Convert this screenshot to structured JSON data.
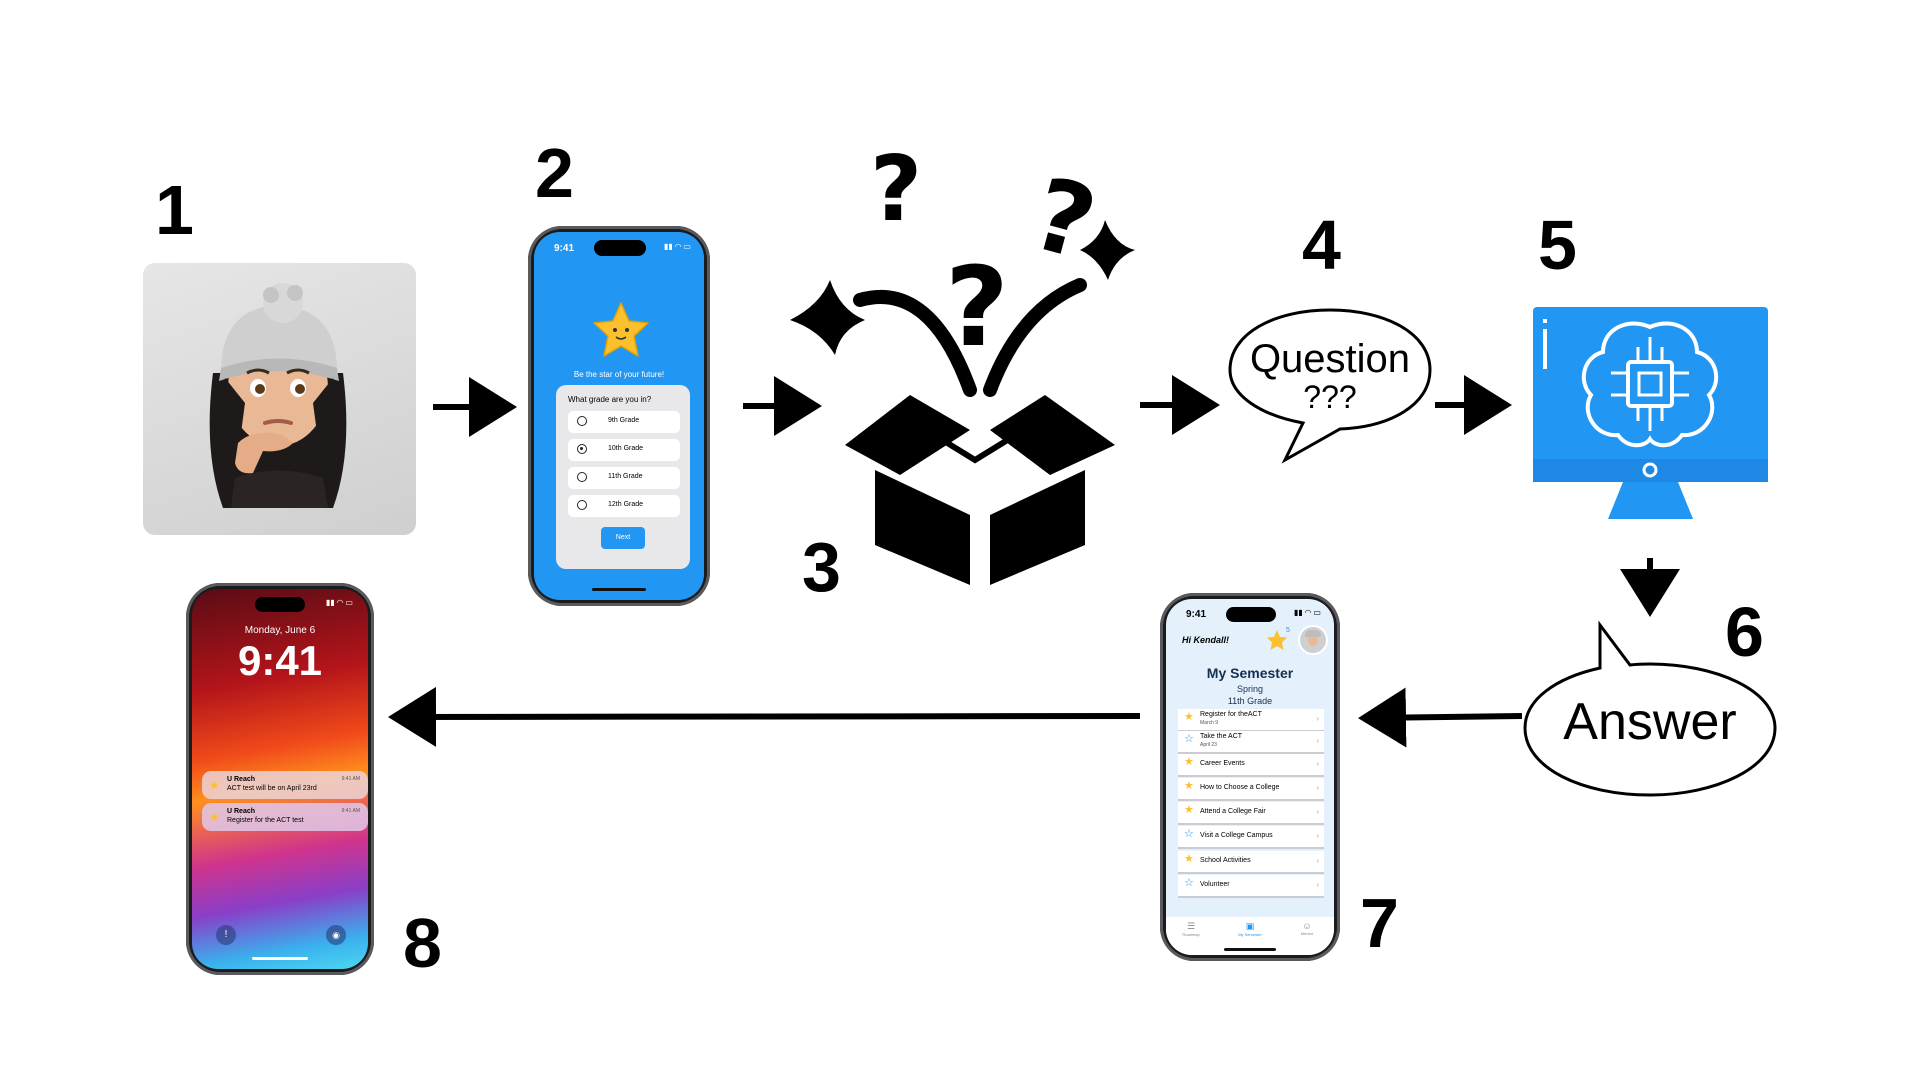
{
  "steps": [
    "1",
    "2",
    "3",
    "4",
    "5",
    "6",
    "7",
    "8"
  ],
  "quiz_screen": {
    "time": "9:41",
    "tagline": "Be the star of your future!",
    "question": "What grade are you in?",
    "options": [
      {
        "label": "9th Grade",
        "selected": false
      },
      {
        "label": "10th Grade",
        "selected": true
      },
      {
        "label": "11th Grade",
        "selected": false
      },
      {
        "label": "12th Grade",
        "selected": false
      }
    ],
    "next_label": "Next"
  },
  "question_bubble": {
    "line1": "Question",
    "line2": "???"
  },
  "answer_bubble": {
    "text": "Answer"
  },
  "semester_screen": {
    "time": "9:41",
    "greeting": "Hi Kendall!",
    "star_count": "5",
    "title": "My Semester",
    "season": "Spring",
    "grade": "11th Grade",
    "items": [
      {
        "label": "Register for theACT",
        "sub": "March 9",
        "filled": true
      },
      {
        "label": "Take the ACT",
        "sub": "April 23",
        "filled": false
      },
      {
        "label": "Career Events",
        "sub": "",
        "filled": true
      },
      {
        "label": "How to Choose a College",
        "sub": "",
        "filled": true
      },
      {
        "label": "Attend a College Fair",
        "sub": "",
        "filled": true
      },
      {
        "label": "Visit a College Campus",
        "sub": "",
        "filled": false
      },
      {
        "label": "School Activities",
        "sub": "",
        "filled": true
      },
      {
        "label": "Volunteer",
        "sub": "",
        "filled": false
      }
    ],
    "tabs": [
      {
        "label": "Roadmap",
        "active": false
      },
      {
        "label": "My Semester",
        "active": true
      },
      {
        "label": "Mentor",
        "active": false
      }
    ]
  },
  "lock_screen": {
    "date": "Monday, June 6",
    "time": "9:41",
    "notifications": [
      {
        "app": "U Reach",
        "message": "ACT test will be on April 23rd",
        "time": "9:41 AM"
      },
      {
        "app": "U Reach",
        "message": "Register for the ACT test",
        "time": "9:41 AM"
      }
    ]
  },
  "colors": {
    "app_blue": "#2196f3",
    "monitor_blue": "#2196f3",
    "star_yellow": "#fbc02d",
    "semester_bg": "#e4f0fb"
  },
  "icons": [
    "avatar-memoji",
    "open-box-icon",
    "question-mark-icon",
    "ai-chip-brain-monitor-icon",
    "speech-bubble-icon",
    "flashlight-icon",
    "camera-icon"
  ]
}
